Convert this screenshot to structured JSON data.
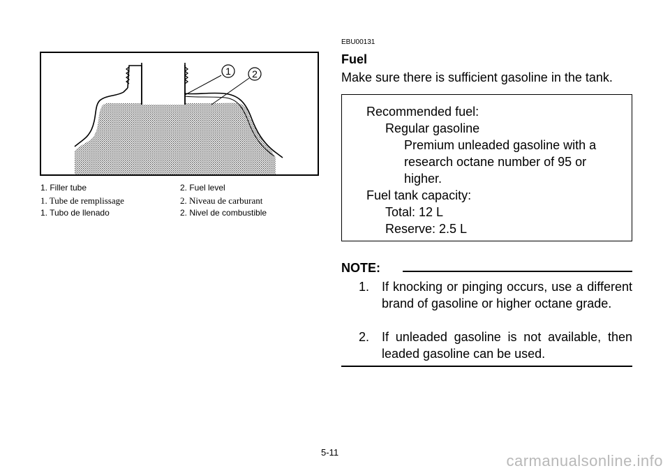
{
  "figure": {
    "callouts": [
      "1",
      "2"
    ],
    "captions": [
      {
        "left": "1.  Filler tube",
        "right": "2.  Fuel level"
      },
      {
        "left": "1.  Tube de remplissage",
        "right": "2.  Niveau de carburant"
      },
      {
        "left": "1.  Tubo de llenado",
        "right": "2.  Nivel de combustible"
      }
    ]
  },
  "section": {
    "code": "EBU00131",
    "title": "Fuel",
    "intro": "Make sure there is sufficient gasoline in the tank."
  },
  "specs": {
    "recommended_label": "Recommended fuel:",
    "fuel_type": "Regular gasoline",
    "premium_line1": "Premium unleaded gasoline with a",
    "premium_line2": "research octane number of 95 or",
    "premium_line3": "higher.",
    "capacity_label": "Fuel tank capacity:",
    "total": "Total: 12 L",
    "reserve": "Reserve: 2.5 L"
  },
  "note": {
    "label": "NOTE:",
    "items": [
      {
        "num": "1.",
        "text": "If knocking or pinging occurs, use a different brand of gasoline or higher octane grade."
      },
      {
        "num": "2.",
        "text": "If unleaded gasoline is not available, then leaded gasoline can be used."
      }
    ]
  },
  "footer": {
    "page_number": "5-11",
    "watermark": "carmanualsonline.info"
  }
}
